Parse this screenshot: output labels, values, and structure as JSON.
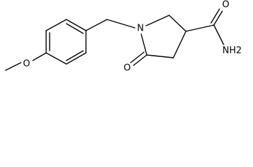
{
  "molecule": {
    "atoms": {
      "methoxy_o": "O",
      "ring_n": "N",
      "ketone_o": "O",
      "amide_n": "NH2",
      "amide_o": "O"
    }
  }
}
